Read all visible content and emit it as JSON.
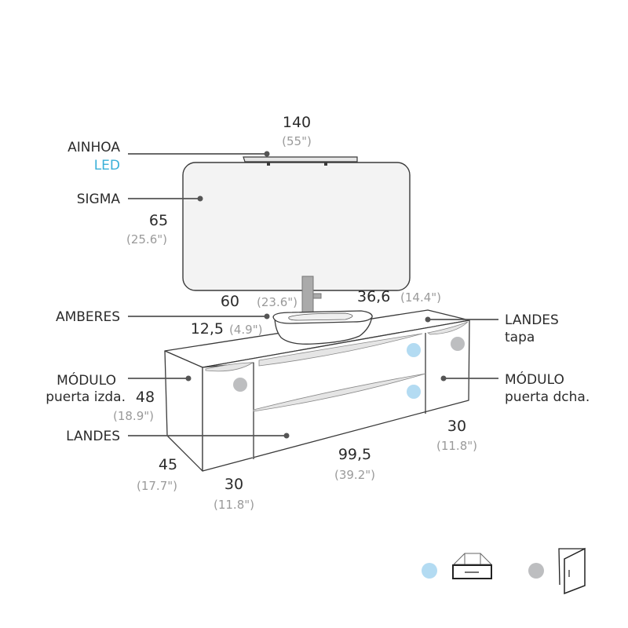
{
  "labels": {
    "ainhoa": "AINHOA",
    "led": "LED",
    "sigma": "SIGMA",
    "amberes": "AMBERES",
    "landes_tapa": "LANDES",
    "tapa": "tapa",
    "modulo_izda": "MÓDULO",
    "puerta_izda": "puerta izda.",
    "modulo_dcha": "MÓDULO",
    "puerta_dcha": "puerta dcha.",
    "landes": "LANDES"
  },
  "dimensions": {
    "mirror_width": {
      "cm": "140",
      "in": "(55\")"
    },
    "mirror_height": {
      "cm": "65",
      "in": "(25.6\")"
    },
    "basin_width": {
      "cm": "60",
      "in": "(23.6\")"
    },
    "basin_height": {
      "cm": "12,5",
      "in": "(4.9\")"
    },
    "basin_depth": {
      "cm": "36,6",
      "in": "(14.4\")"
    },
    "cabinet_height": {
      "cm": "48",
      "in": "(18.9\")"
    },
    "cabinet_depth": {
      "cm": "45",
      "in": "(17.7\")"
    },
    "drawer_width": {
      "cm": "99,5",
      "in": "(39.2\")"
    },
    "left_module_width": {
      "cm": "30",
      "in": "(11.8\")"
    },
    "right_module_width": {
      "cm": "30",
      "in": "(11.8\")"
    }
  },
  "legend": [
    {
      "marker_color": "#b3dbf2",
      "icon": "drawer-icon"
    },
    {
      "marker_color": "#bdbec0",
      "icon": "door-icon"
    }
  ],
  "colors": {
    "accent": "#3ab0d8",
    "drawer_marker": "#b3dbf2",
    "door_marker": "#bdbec0"
  }
}
